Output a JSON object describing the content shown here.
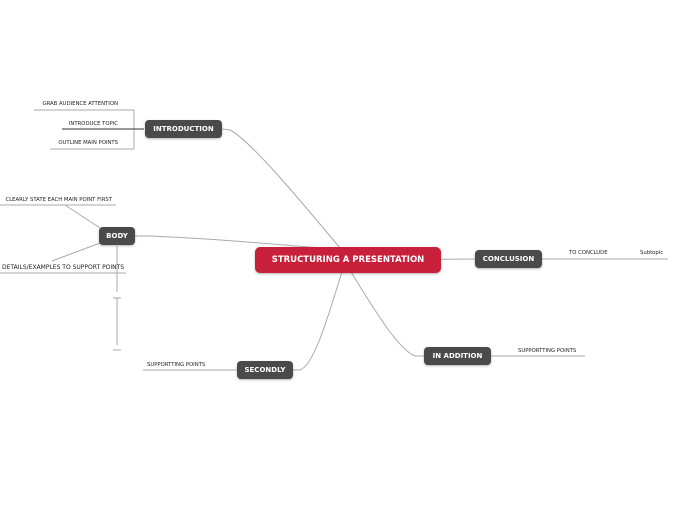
{
  "central": "STRUCTURING A PRESENTATION",
  "topics": {
    "introduction": {
      "label": "INTRODUCTION",
      "subs": [
        "GRAB AUDIENCE ATTENTION",
        "INTRODUCE TOPIC",
        "OUTLINE MAIN POINTS"
      ]
    },
    "body": {
      "label": "BODY",
      "subs": [
        "CLEARLY STATE EACH MAIN POINT FIRST",
        "DETAILS/EXAMPLES TO SUPPORT POINTS"
      ]
    },
    "conclusion": {
      "label": "CONCLUSION",
      "subs": [
        "TO CONCLUDE",
        "Subtopic"
      ]
    },
    "in_addition": {
      "label": "IN ADDITION",
      "subs": [
        "SUPPORTTING POINTS"
      ]
    },
    "secondly": {
      "label": "SECONDLY",
      "subs": [
        "SUPPORTTING POINTS"
      ]
    }
  },
  "colors": {
    "central": "#c8203a",
    "topic": "#4a4a4a",
    "line": "#aaaaaa"
  }
}
